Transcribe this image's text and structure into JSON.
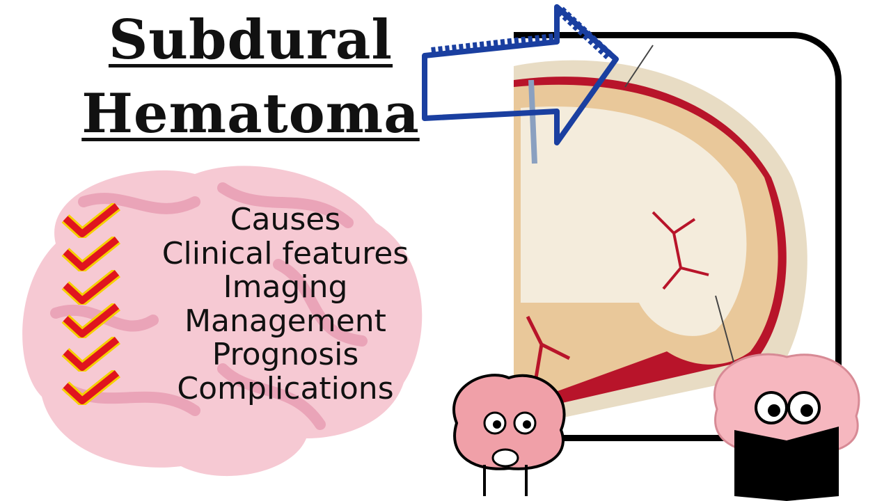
{
  "title": {
    "line1": "Subdural",
    "line2": "Hematoma"
  },
  "topics": [
    "Causes",
    "Clinical features",
    "Imaging",
    "Management",
    "Prognosis",
    "Complications"
  ],
  "colors": {
    "check": "#e0141e",
    "check_outline": "#f5d000",
    "brain_bg": "#f6c9d3",
    "arrow": "#1a3fa0",
    "hematoma": "#b8142a"
  },
  "icons": [
    "check-icon",
    "arrow-icon",
    "thinking-brain-icon",
    "reading-brain-icon"
  ]
}
